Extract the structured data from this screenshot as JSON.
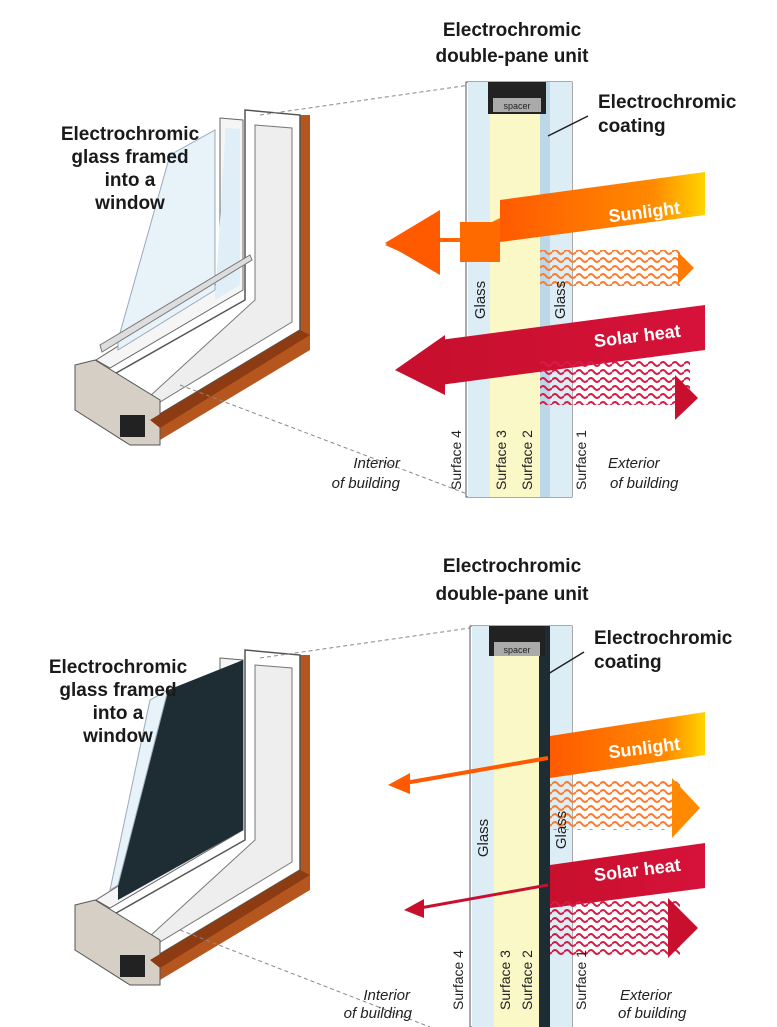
{
  "colors": {
    "sunlight_arrow": "#ff6a00",
    "sunlight_gradient_end": "#ffd400",
    "solar_heat_arrow": "#c8102e",
    "glass_pane": "#dcedf6",
    "gap_fill": "#fbf8c8",
    "coating_dark": "#1e2c33",
    "frame_wood": "#b5561f"
  },
  "panels": [
    {
      "state": "clear",
      "unit_title_line1": "Electrochromic",
      "unit_title_line2": "double-pane unit",
      "coating_line1": "Electrochromic",
      "coating_line2": "coating",
      "window_line1": "Electrochromic",
      "window_line2": "glass framed",
      "window_line3": "into a",
      "window_line4": "window",
      "spacer": "spacer",
      "glass_left": "Glass",
      "glass_right": "Glass",
      "sunlight": "Sunlight",
      "solar_heat": "Solar heat",
      "surface4": "Surface 4",
      "surface3": "Surface 3",
      "surface2": "Surface 2",
      "surface1": "Surface 1",
      "interior_line1": "Interior",
      "interior_line2": "of building",
      "exterior_line1": "Exterior",
      "exterior_line2": "of building"
    },
    {
      "state": "tinted",
      "unit_title_line1": "Electrochromic",
      "unit_title_line2": "double-pane unit",
      "coating_line1": "Electrochromic",
      "coating_line2": "coating",
      "window_line1": "Electrochromic",
      "window_line2": "glass framed",
      "window_line3": "into a",
      "window_line4": "window",
      "spacer": "spacer",
      "glass_left": "Glass",
      "glass_right": "Glass",
      "sunlight": "Sunlight",
      "solar_heat": "Solar heat",
      "surface4": "Surface 4",
      "surface3": "Surface 3",
      "surface2": "Surface 2",
      "surface1": "Surface 1",
      "interior_line1": "Interior",
      "interior_line2": "of building",
      "exterior_line1": "Exterior",
      "exterior_line2": "of building"
    }
  ]
}
